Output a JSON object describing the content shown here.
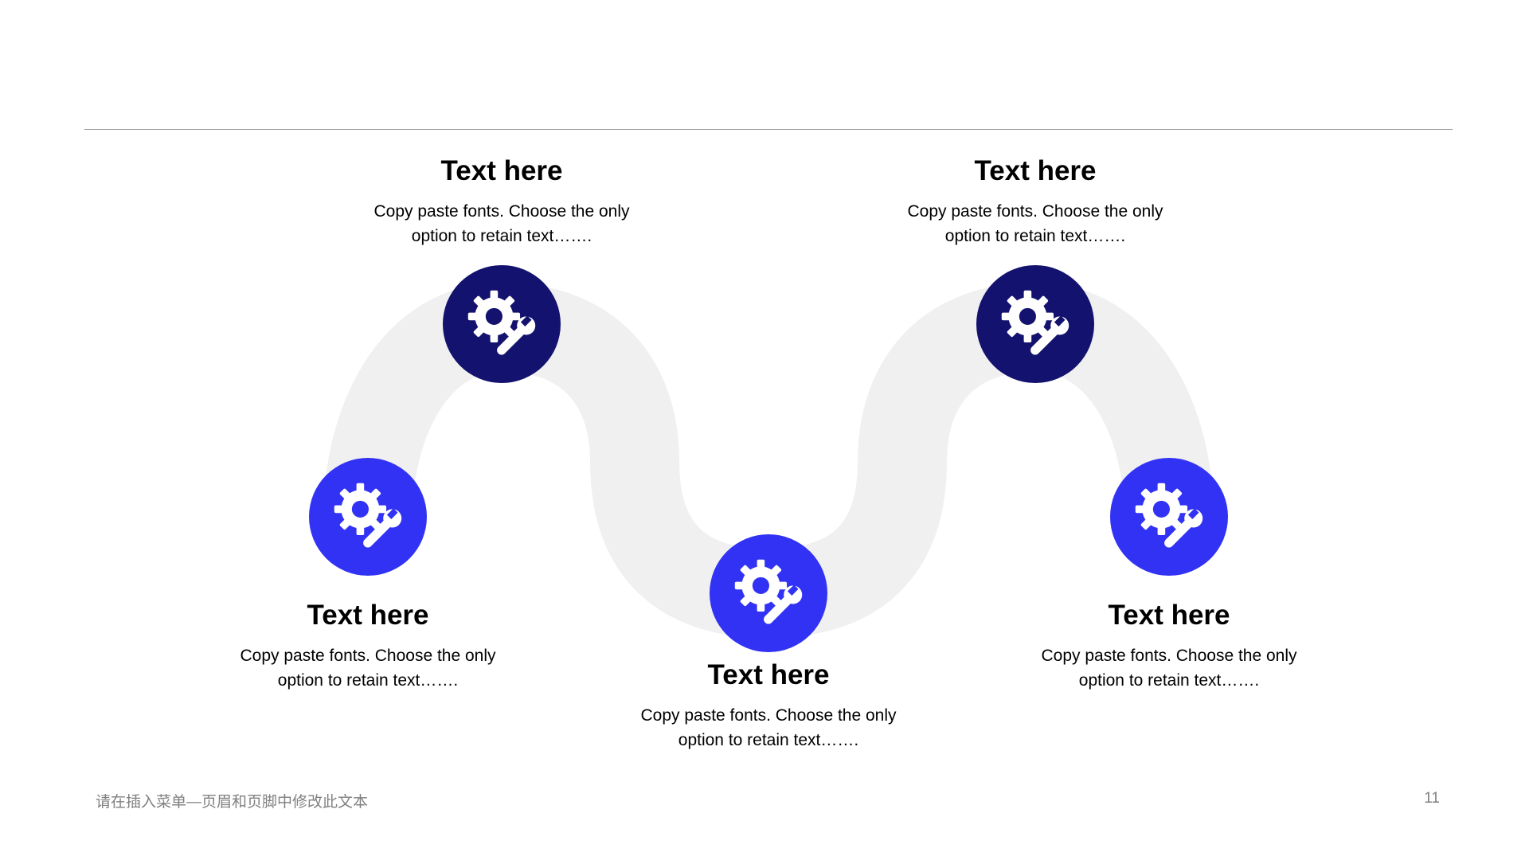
{
  "colors": {
    "dark_node": "#13126e",
    "light_node": "#3232f5",
    "track": "#f0f0f0",
    "rule": "#9a9a9a"
  },
  "steps": [
    {
      "title": "Text here",
      "desc_line1": "Copy paste fonts. Choose the only",
      "desc_line2": "option to retain text…….",
      "icon": "gear-wrench-icon"
    },
    {
      "title": "Text here",
      "desc_line1": "Copy paste fonts. Choose the only",
      "desc_line2": "option to retain text…….",
      "icon": "gear-wrench-icon"
    },
    {
      "title": "Text here",
      "desc_line1": "Copy paste fonts. Choose the only",
      "desc_line2": "option to retain text…….",
      "icon": "gear-wrench-icon"
    },
    {
      "title": "Text here",
      "desc_line1": "Copy paste fonts. Choose the only",
      "desc_line2": "option to retain text…….",
      "icon": "gear-wrench-icon"
    },
    {
      "title": "Text here",
      "desc_line1": "Copy paste fonts. Choose the only",
      "desc_line2": "option to retain text…….",
      "icon": "gear-wrench-icon"
    }
  ],
  "footer": {
    "text": "请在插入菜单—页眉和页脚中修改此文本",
    "page_number": "11"
  }
}
